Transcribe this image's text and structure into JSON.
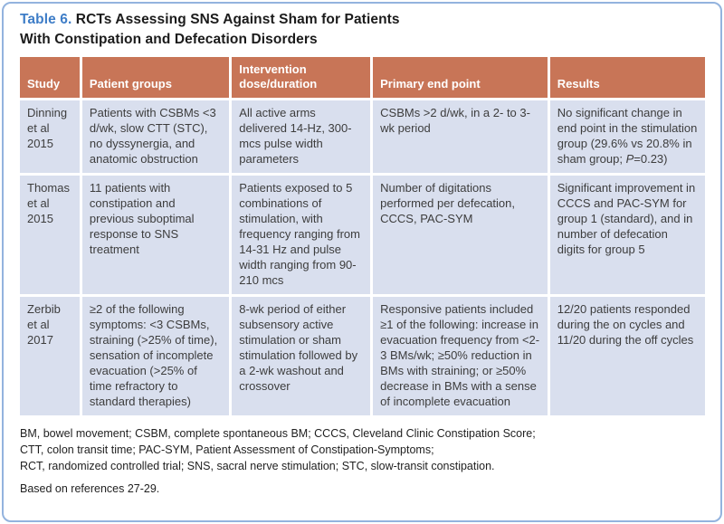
{
  "page": {
    "title_label": "Table 6.",
    "title_line1": "RCTs Assessing SNS Against Sham for Patients",
    "title_line2": "With Constipation and Defecation Disorders"
  },
  "table": {
    "headers": {
      "study": "Study",
      "patient_groups": "Patient groups",
      "intervention": "Intervention dose/duration",
      "primary_end_point": "Primary end point",
      "results": "Results"
    },
    "rows": [
      {
        "study": "Dinning et al 2015",
        "patient_groups": "Patients with CSBMs <3 d/wk, slow CTT (STC), no dyssynergia, and anatomic obstruction",
        "intervention": "All active arms delivered 14-Hz, 300-mcs pulse width parameters",
        "primary_end_point": "CSBMs >2 d/wk, in a 2- to 3-wk period",
        "results_pre": "No significant change in end point in the stimulation group (29.6% vs 20.8% in sham group; ",
        "results_italic": "P",
        "results_post": "=0.23)"
      },
      {
        "study": "Thomas et al 2015",
        "patient_groups": "11 patients with constipation and previous suboptimal response to SNS treatment",
        "intervention": "Patients exposed to 5 combinations of stimulation, with frequency ranging from 14-31 Hz and pulse width ranging from 90-210 mcs",
        "primary_end_point": "Number of digitations performed per defecation, CCCS, PAC-SYM",
        "results": "Significant improvement in CCCS and PAC-SYM for group 1 (standard), and in number of defecation digits for group 5"
      },
      {
        "study": "Zerbib et al 2017",
        "patient_groups": "≥2 of the following symptoms: <3 CSBMs, straining (>25% of time), sensation of incomplete evacuation (>25% of time refractory to standard therapies)",
        "intervention": "8-wk period of either subsensory active stimulation or sham stimulation followed by a 2-wk washout and crossover",
        "primary_end_point": "Responsive patients included ≥1 of the following: increase in evacuation frequency from <2-3 BMs/wk; ≥50% reduction in BMs with straining; or ≥50% decrease in BMs with a sense of incomplete evacuation",
        "results": "12/20 patients responded during the on cycles and 11/20 during the off cycles"
      }
    ]
  },
  "footnotes": {
    "abbrev_line1": "BM, bowel movement; CSBM, complete spontaneous BM; CCCS, Cleveland Clinic Constipation Score;",
    "abbrev_line2": "CTT, colon transit time; PAC-SYM, Patient Assessment of Constipation-Symptoms;",
    "abbrev_line3": "RCT, randomized controlled trial; SNS, sacral nerve stimulation; STC, slow-transit constipation.",
    "references": "Based on references 27-29."
  },
  "colors": {
    "header_bg": "#c87557",
    "row_bg": "#d9dfee",
    "title_accent": "#3e7dc7",
    "card_border": "#93b3de",
    "header_text": "#ffffff",
    "body_text": "#3d3d3d"
  }
}
